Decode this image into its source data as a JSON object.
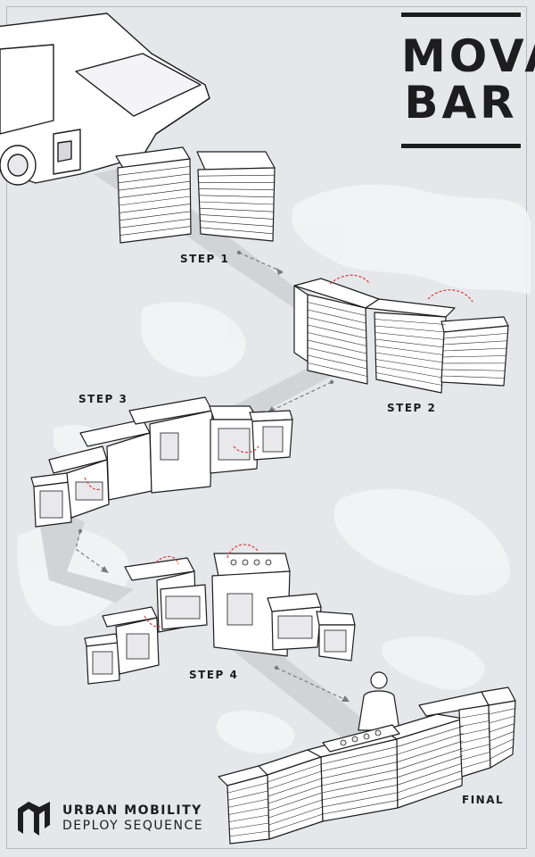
{
  "title": {
    "lines": [
      "MOVA",
      "BAR"
    ]
  },
  "steps": [
    {
      "label": "STEP 1"
    },
    {
      "label": "STEP 2"
    },
    {
      "label": "STEP 3"
    },
    {
      "label": "STEP 4"
    },
    {
      "label": "FINAL"
    }
  ],
  "brand": {
    "line1": "URBAN MOBILITY",
    "line2": "DEPLOY SEQUENCE"
  },
  "colors": {
    "background": "#e6e7ea",
    "ink": "#1d1d1f",
    "accent": "#d83a3a",
    "path": "#c9cace"
  }
}
